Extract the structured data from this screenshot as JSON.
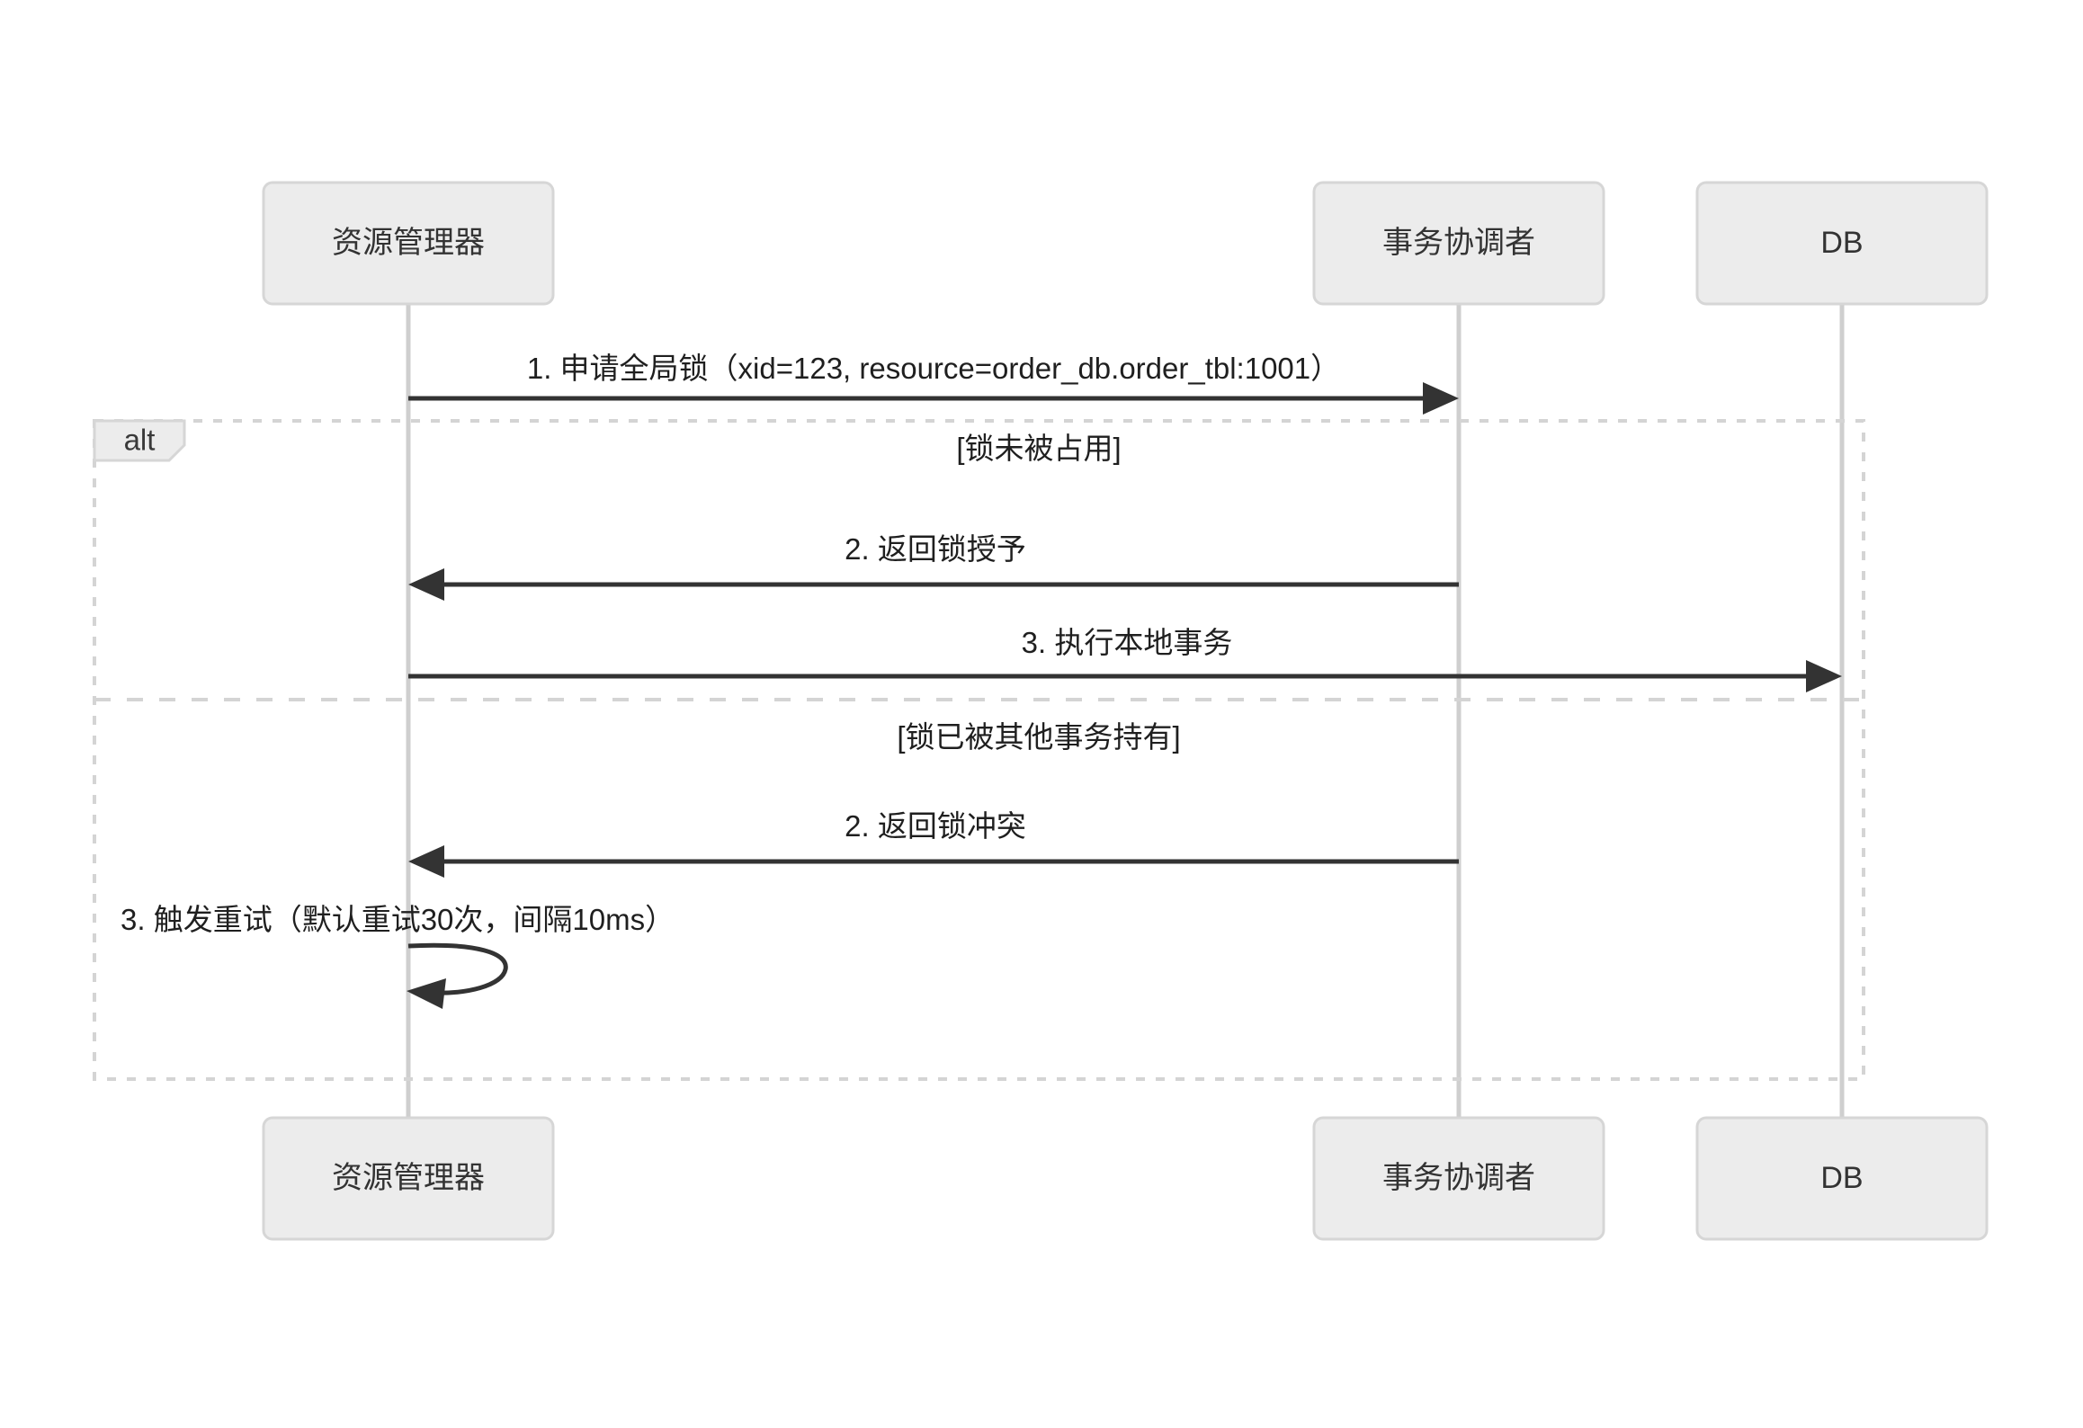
{
  "diagram": {
    "type": "sequence-diagram",
    "background_color": "#ffffff",
    "actor_fill": "#ececec",
    "actor_stroke": "#d6d6d6",
    "line_color": "#333333",
    "lifeline_color": "#cfcfcf",
    "frame_color": "#d4d4d4",
    "participants": [
      {
        "id": "rm",
        "label": "资源管理器"
      },
      {
        "id": "tc",
        "label": "事务协调者"
      },
      {
        "id": "db",
        "label": "DB"
      }
    ],
    "fragment": {
      "kind": "alt",
      "tab_label": "alt",
      "branches": [
        {
          "condition": "[锁未被占用]"
        },
        {
          "condition": "[锁已被其他事务持有]"
        }
      ]
    },
    "messages": [
      {
        "seq": "1",
        "label": "1. 申请全局锁（xid=123, resource=order_db.order_tbl:1001）",
        "from": "rm",
        "to": "tc",
        "direction": "right",
        "style": "solid"
      },
      {
        "seq": "2a",
        "label": "2. 返回锁授予",
        "from": "tc",
        "to": "rm",
        "direction": "left",
        "style": "solid"
      },
      {
        "seq": "3a",
        "label": "3. 执行本地事务",
        "from": "rm",
        "to": "db",
        "direction": "right",
        "style": "solid"
      },
      {
        "seq": "2b",
        "label": "2. 返回锁冲突",
        "from": "tc",
        "to": "rm",
        "direction": "left",
        "style": "solid"
      },
      {
        "seq": "3b",
        "label": "3. 触发重试（默认重试30次，间隔10ms）",
        "from": "rm",
        "to": "rm",
        "direction": "self",
        "style": "solid"
      }
    ]
  }
}
